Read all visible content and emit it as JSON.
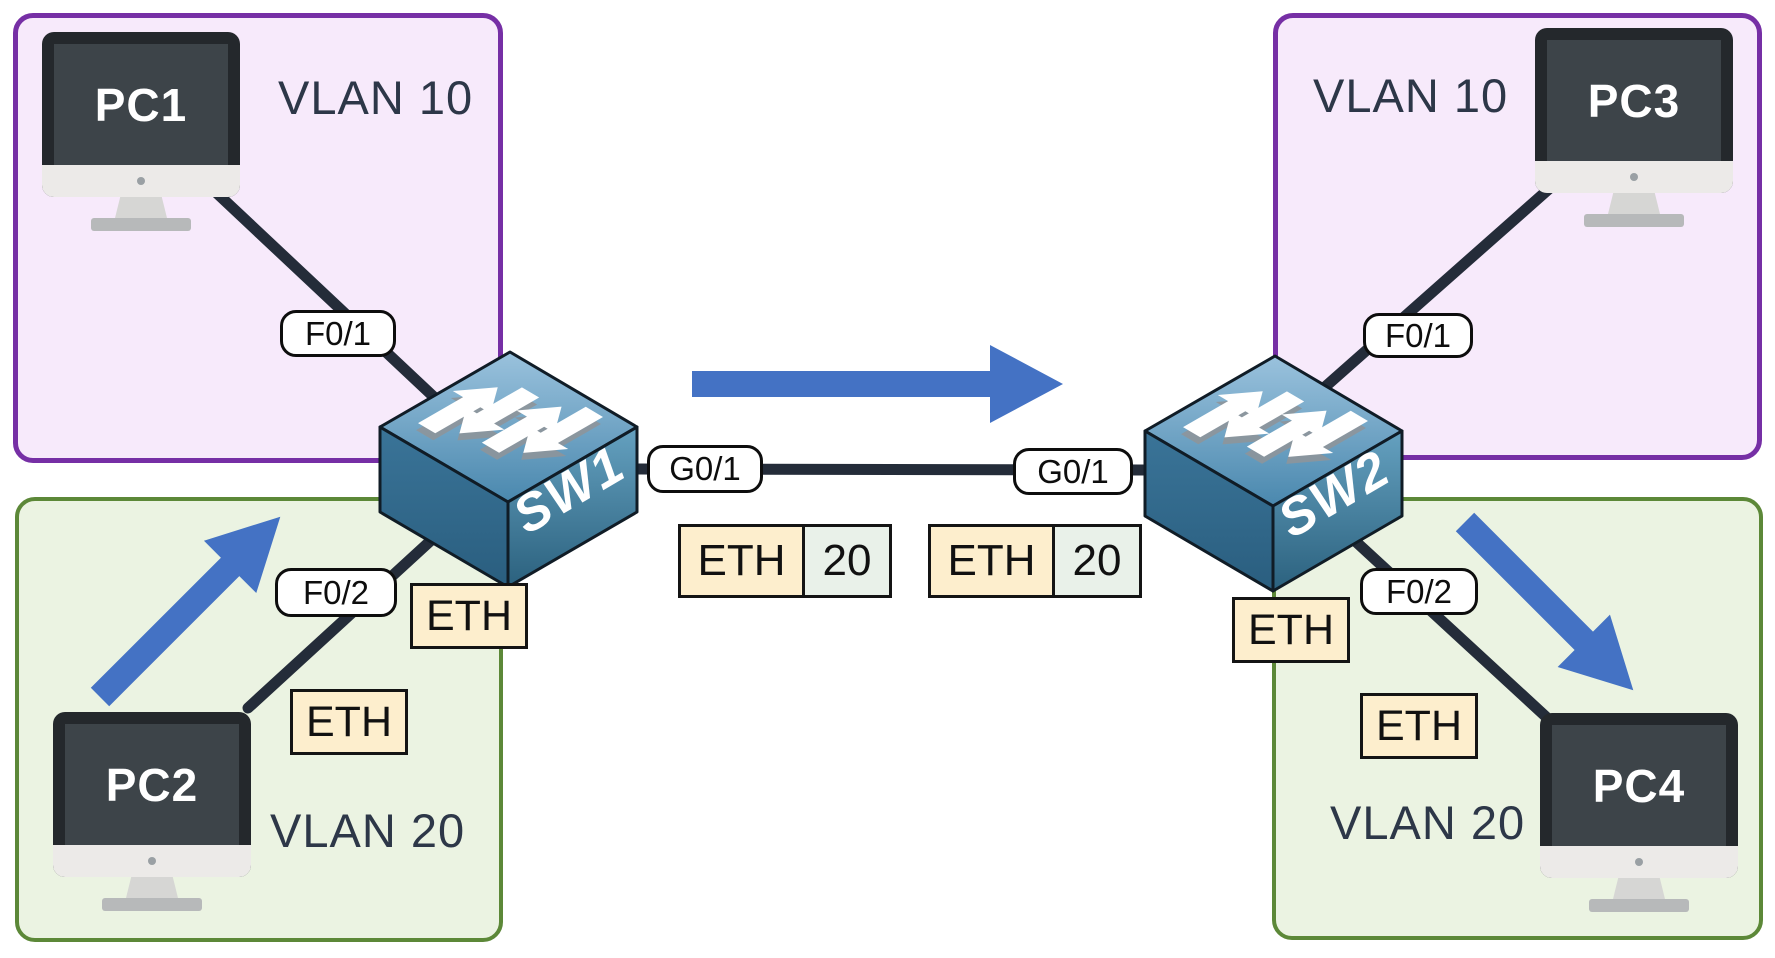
{
  "zones": [
    {
      "id": "vlan10-left",
      "label": "VLAN 10"
    },
    {
      "id": "vlan20-left",
      "label": "VLAN 20"
    },
    {
      "id": "vlan10-right",
      "label": "VLAN 10"
    },
    {
      "id": "vlan20-right",
      "label": "VLAN 20"
    }
  ],
  "devices": {
    "pcs": [
      {
        "label": "PC1"
      },
      {
        "label": "PC2"
      },
      {
        "label": "PC3"
      },
      {
        "label": "PC4"
      }
    ],
    "switches": [
      {
        "label": "SW1"
      },
      {
        "label": "SW2"
      }
    ]
  },
  "ports": {
    "sw1_pc1": "F0/1",
    "sw1_pc2": "F0/2",
    "sw1_trunk": "G0/1",
    "sw2_trunk": "G0/1",
    "sw2_pc3": "F0/1",
    "sw2_pc4": "F0/2"
  },
  "frames": {
    "untagged": [
      {
        "label": "ETH"
      },
      {
        "label": "ETH"
      },
      {
        "label": "ETH"
      },
      {
        "label": "ETH"
      }
    ],
    "tagged": [
      {
        "label": "ETH",
        "tag": "20"
      },
      {
        "label": "ETH",
        "tag": "20"
      }
    ]
  },
  "colors": {
    "vlan10_fill": "#f7eafb",
    "vlan10_border": "#762fa5",
    "vlan20_fill": "#ebf3e2",
    "vlan20_border": "#5c8838",
    "frame_eth_fill": "#fdeecd",
    "frame_tag_fill": "#e9f1e9",
    "traffic_arrow": "#4472c4",
    "link": "#242c39",
    "switch_blue": "#4a88ae"
  }
}
